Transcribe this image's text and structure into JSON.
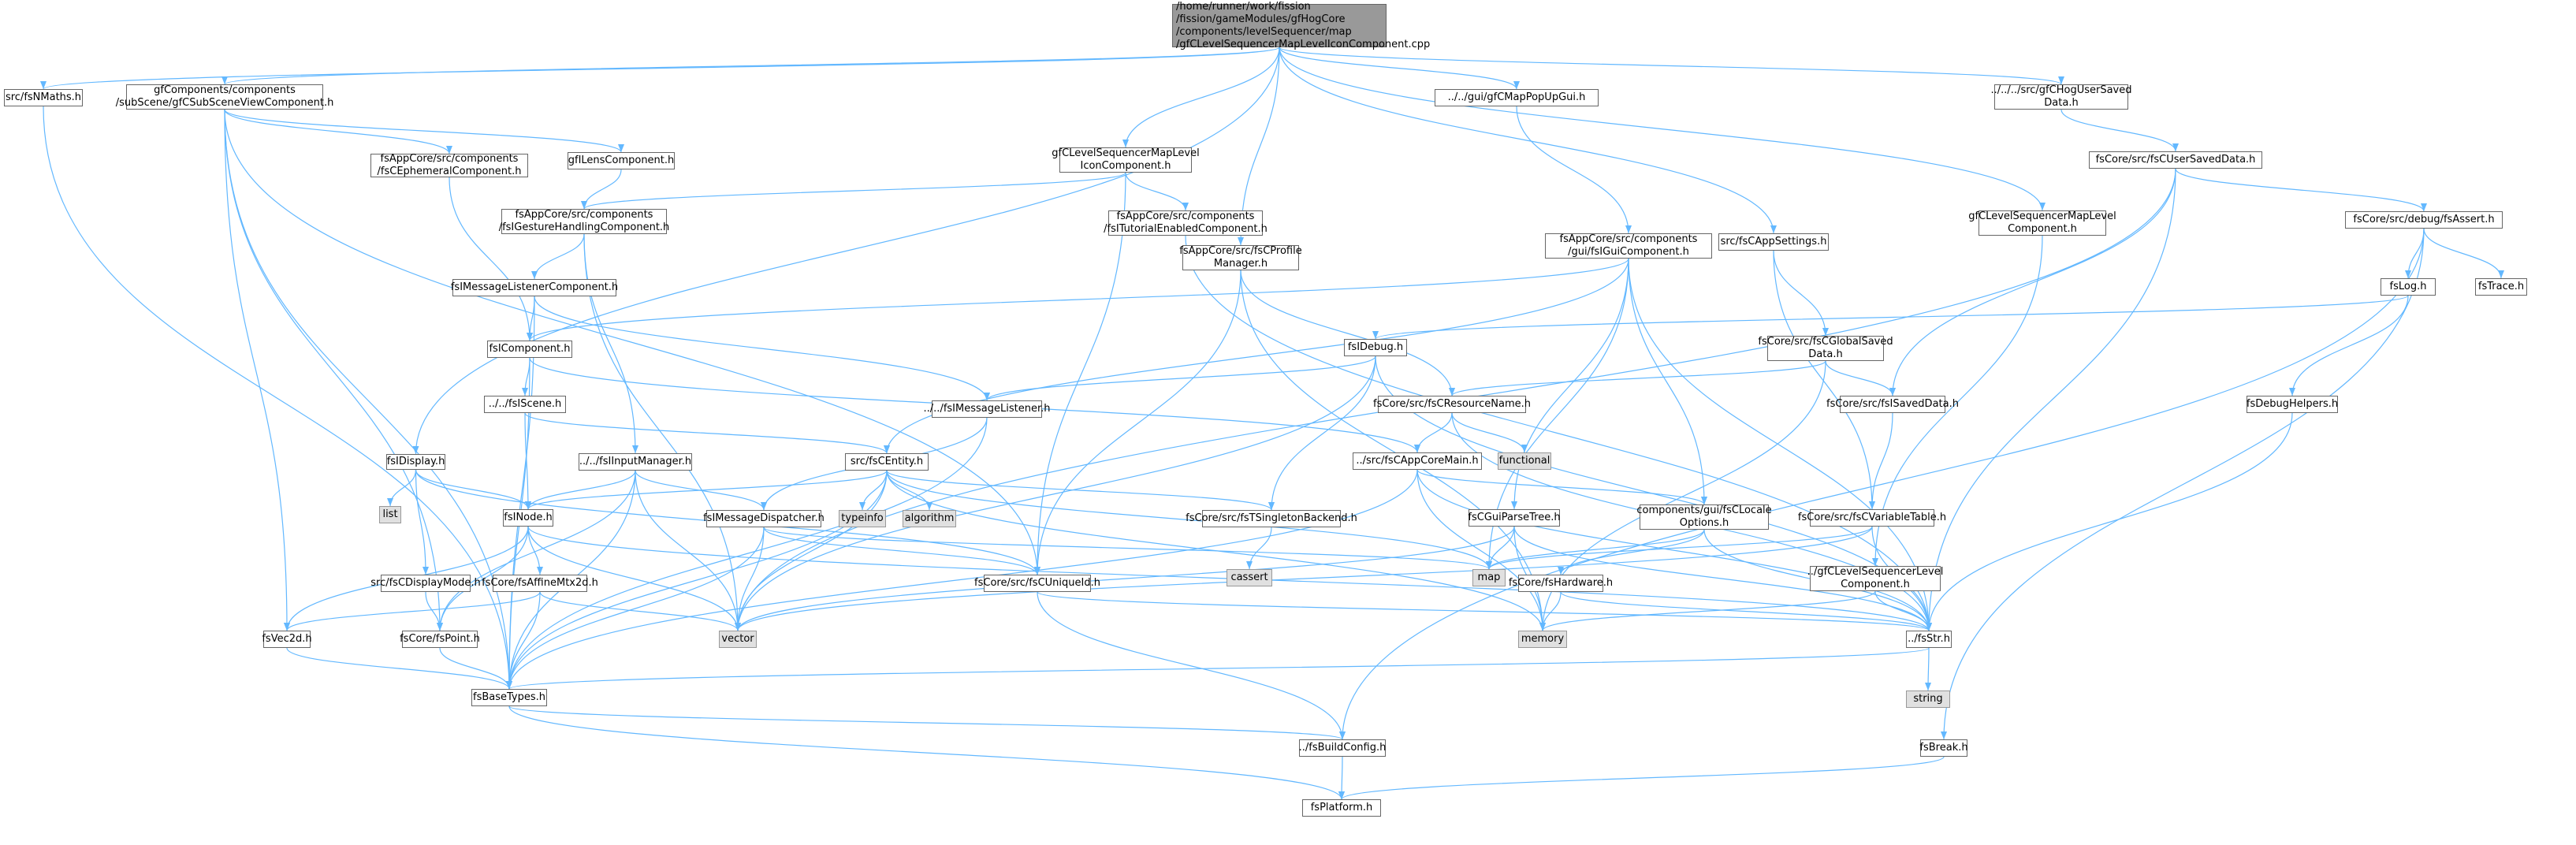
{
  "colors": {
    "edge": "#63b8ff",
    "node_border": "#666666",
    "root_fill": "#999999",
    "system_fill": "#e0e0e0"
  },
  "nodes": [
    {
      "id": "root",
      "kind": "root",
      "lines": [
        "/home/runner/work/fission",
        "/fission/gameModules/gfHogCore",
        "/components/levelSequencer/map",
        "/gfCLevelSequencerMapLevelIconComponent.cpp"
      ]
    },
    {
      "id": "fsnmaths",
      "lines": [
        "src/fsNMaths.h"
      ]
    },
    {
      "id": "subscene",
      "lines": [
        "gfComponents/components",
        "/subScene/gfCSubSceneViewComponent.h"
      ]
    },
    {
      "id": "display",
      "lines": [
        "fsIDisplay.h"
      ]
    },
    {
      "id": "mapleveliconh",
      "lines": [
        "gfCLevelSequencerMapLevel",
        "IconComponent.h"
      ]
    },
    {
      "id": "profile",
      "lines": [
        "fsAppCore/src/fsCProfile",
        "Manager.h"
      ]
    },
    {
      "id": "mappopup",
      "lines": [
        "../../gui/gfCMapPopUpGui.h"
      ]
    },
    {
      "id": "appsettings",
      "lines": [
        "src/fsCAppSettings.h"
      ]
    },
    {
      "id": "maplevelcomp",
      "lines": [
        "gfCLevelSequencerMapLevel",
        "Component.h"
      ]
    },
    {
      "id": "hogusersaved",
      "lines": [
        "../../../src/gfCHogUserSaved",
        "Data.h"
      ]
    },
    {
      "id": "ephemeral",
      "lines": [
        "fsAppCore/src/components",
        "/fsCEphemeralComponent.h"
      ]
    },
    {
      "id": "lens",
      "lines": [
        "gfILensComponent.h"
      ]
    },
    {
      "id": "gesture",
      "lines": [
        "fsAppCore/src/components",
        "/fsIGestureHandlingComponent.h"
      ]
    },
    {
      "id": "tutorial",
      "lines": [
        "fsAppCore/src/components",
        "/fsITutorialEnabledComponent.h"
      ]
    },
    {
      "id": "guicomp",
      "lines": [
        "fsAppCore/src/components",
        "/gui/fsIGuiComponent.h"
      ]
    },
    {
      "id": "usersaved",
      "lines": [
        "fsCore/src/fsCUserSavedData.h"
      ]
    },
    {
      "id": "fsassert",
      "lines": [
        "fsCore/src/debug/fsAssert.h"
      ]
    },
    {
      "id": "msglistcomp",
      "lines": [
        "fsIMessageListenerComponent.h"
      ]
    },
    {
      "id": "fslog",
      "lines": [
        "fsLog.h"
      ]
    },
    {
      "id": "fstrace",
      "lines": [
        "fsTrace.h"
      ]
    },
    {
      "id": "fsicomp",
      "lines": [
        "fsIComponent.h"
      ]
    },
    {
      "id": "fsidebug",
      "lines": [
        "fsIDebug.h"
      ]
    },
    {
      "id": "globalsaved",
      "lines": [
        "fsCore/src/fsCGlobalSaved",
        "Data.h"
      ]
    },
    {
      "id": "iscene",
      "lines": [
        "../../fsIScene.h"
      ]
    },
    {
      "id": "msglistener",
      "lines": [
        "../../fsIMessageListener.h"
      ]
    },
    {
      "id": "resname",
      "lines": [
        "fsCore/src/fsCResourceName.h"
      ]
    },
    {
      "id": "isaveddata",
      "lines": [
        "fsCore/src/fsISavedData.h"
      ]
    },
    {
      "id": "debughelpers",
      "lines": [
        "fsDebugHelpers.h"
      ]
    },
    {
      "id": "fsdisplay2",
      "lines": [
        "fsIDisplay.h"
      ]
    },
    {
      "id": "inputmgr",
      "lines": [
        "../../fsIInputManager.h"
      ]
    },
    {
      "id": "centity",
      "lines": [
        "src/fsCEntity.h"
      ]
    },
    {
      "id": "coremain",
      "lines": [
        "../src/fsCAppCoreMain.h"
      ]
    },
    {
      "id": "functional",
      "kind": "sys",
      "lines": [
        "functional"
      ]
    },
    {
      "id": "list",
      "kind": "sys",
      "lines": [
        "list"
      ]
    },
    {
      "id": "fsinode",
      "lines": [
        "fsINode.h"
      ]
    },
    {
      "id": "typeinfo",
      "kind": "sys",
      "lines": [
        "typeinfo"
      ]
    },
    {
      "id": "algorithm",
      "kind": "sys",
      "lines": [
        "algorithm"
      ]
    },
    {
      "id": "msgdispatcher",
      "lines": [
        "fsIMessageDispatcher.h"
      ]
    },
    {
      "id": "singleton",
      "lines": [
        "fsCore/src/fsTSingletonBackend.h"
      ]
    },
    {
      "id": "guiparse",
      "lines": [
        "fsCGuiParseTree.h"
      ]
    },
    {
      "id": "localeopts",
      "lines": [
        "components/gui/fsCLocale",
        "Options.h"
      ]
    },
    {
      "id": "vartable",
      "lines": [
        "fsCore/src/fsCVariableTable.h"
      ]
    },
    {
      "id": "displaymode",
      "lines": [
        "src/fsCDisplayMode.h"
      ]
    },
    {
      "id": "affine",
      "lines": [
        "fsCore/fsAffineMtx2d.h"
      ]
    },
    {
      "id": "cassert",
      "kind": "sys",
      "lines": [
        "cassert"
      ]
    },
    {
      "id": "map",
      "kind": "sys",
      "lines": [
        "map"
      ]
    },
    {
      "id": "hardware",
      "lines": [
        "fsCore/fsHardware.h"
      ]
    },
    {
      "id": "uniqueid",
      "lines": [
        "fsCore/src/fsCUniqueId.h"
      ]
    },
    {
      "id": "levelcomp",
      "lines": [
        "../gfCLevelSequencerLevel",
        "Component.h"
      ]
    },
    {
      "id": "vec2d",
      "lines": [
        "fsVec2d.h"
      ]
    },
    {
      "id": "point",
      "lines": [
        "fsCore/fsPoint.h"
      ]
    },
    {
      "id": "vector",
      "kind": "sys",
      "lines": [
        "vector"
      ]
    },
    {
      "id": "memory",
      "kind": "sys",
      "lines": [
        "memory"
      ]
    },
    {
      "id": "fsstr",
      "lines": [
        "../fsStr.h"
      ]
    },
    {
      "id": "basetypes",
      "lines": [
        "fsBaseTypes.h"
      ]
    },
    {
      "id": "string",
      "kind": "sys",
      "lines": [
        "string"
      ]
    },
    {
      "id": "buildconfig",
      "lines": [
        "../fsBuildConfig.h"
      ]
    },
    {
      "id": "fsbreak",
      "lines": [
        "fsBreak.h"
      ]
    },
    {
      "id": "platform",
      "lines": [
        "fsPlatform.h"
      ]
    }
  ],
  "edges": [
    [
      "root",
      "fsnmaths"
    ],
    [
      "root",
      "subscene"
    ],
    [
      "root",
      "display"
    ],
    [
      "root",
      "mapleveliconh"
    ],
    [
      "root",
      "profile"
    ],
    [
      "root",
      "mappopup"
    ],
    [
      "root",
      "appsettings"
    ],
    [
      "root",
      "maplevelcomp"
    ],
    [
      "root",
      "hogusersaved"
    ],
    [
      "fsnmaths",
      "basetypes"
    ],
    [
      "subscene",
      "ephemeral"
    ],
    [
      "subscene",
      "lens"
    ],
    [
      "subscene",
      "vec2d"
    ],
    [
      "subscene",
      "point"
    ],
    [
      "subscene",
      "basetypes"
    ],
    [
      "subscene",
      "uniqueid"
    ],
    [
      "ephemeral",
      "fsicomp"
    ],
    [
      "lens",
      "gesture"
    ],
    [
      "gesture",
      "msglistcomp"
    ],
    [
      "gesture",
      "inputmgr"
    ],
    [
      "gesture",
      "vector"
    ],
    [
      "msglistcomp",
      "fsicomp"
    ],
    [
      "msglistcomp",
      "msglistener"
    ],
    [
      "msglistcomp",
      "basetypes"
    ],
    [
      "fsicomp",
      "iscene"
    ],
    [
      "fsicomp",
      "coremain"
    ],
    [
      "fsicomp",
      "basetypes"
    ],
    [
      "iscene",
      "fsinode"
    ],
    [
      "iscene",
      "centity"
    ],
    [
      "mapleveliconh",
      "gesture"
    ],
    [
      "mapleveliconh",
      "tutorial"
    ],
    [
      "mapleveliconh",
      "uniqueid"
    ],
    [
      "tutorial",
      "fsstr"
    ],
    [
      "display",
      "list"
    ],
    [
      "display",
      "fsinode"
    ],
    [
      "display",
      "displaymode"
    ],
    [
      "display",
      "uniqueid"
    ],
    [
      "displaymode",
      "point"
    ],
    [
      "inputmgr",
      "fsinode"
    ],
    [
      "inputmgr",
      "msgdispatcher"
    ],
    [
      "inputmgr",
      "point"
    ],
    [
      "inputmgr",
      "vector"
    ],
    [
      "inputmgr",
      "basetypes"
    ],
    [
      "centity",
      "fsinode"
    ],
    [
      "centity",
      "typeinfo"
    ],
    [
      "centity",
      "algorithm"
    ],
    [
      "centity",
      "singleton"
    ],
    [
      "centity",
      "map"
    ],
    [
      "centity",
      "vector"
    ],
    [
      "centity",
      "memory"
    ],
    [
      "centity",
      "basetypes"
    ],
    [
      "fsinode",
      "affine"
    ],
    [
      "fsinode",
      "point"
    ],
    [
      "fsinode",
      "vec2d"
    ],
    [
      "fsinode",
      "vector"
    ],
    [
      "fsinode",
      "fsstr"
    ],
    [
      "affine",
      "vector"
    ],
    [
      "affine",
      "vec2d"
    ],
    [
      "affine",
      "basetypes"
    ],
    [
      "msglistener",
      "msgdispatcher"
    ],
    [
      "msglistener",
      "basetypes"
    ],
    [
      "msgdispatcher",
      "uniqueid"
    ],
    [
      "msgdispatcher",
      "vector"
    ],
    [
      "msgdispatcher",
      "map"
    ],
    [
      "msgdispatcher",
      "basetypes"
    ],
    [
      "singleton",
      "cassert"
    ],
    [
      "profile",
      "resname"
    ],
    [
      "profile",
      "uniqueid"
    ],
    [
      "profile",
      "memory"
    ],
    [
      "mappopup",
      "guicomp"
    ],
    [
      "guicomp",
      "fsicomp"
    ],
    [
      "guicomp",
      "centity"
    ],
    [
      "guicomp",
      "guiparse"
    ],
    [
      "guicomp",
      "localeopts"
    ],
    [
      "guicomp",
      "map"
    ],
    [
      "guicomp",
      "fsstr"
    ],
    [
      "guiparse",
      "map"
    ],
    [
      "guiparse",
      "memory"
    ],
    [
      "guiparse",
      "fsstr"
    ],
    [
      "guiparse",
      "vector"
    ],
    [
      "localeopts",
      "hardware"
    ],
    [
      "localeopts",
      "map"
    ],
    [
      "localeopts",
      "fsstr"
    ],
    [
      "hardware",
      "memory"
    ],
    [
      "hardware",
      "fsstr"
    ],
    [
      "appsettings",
      "globalsaved"
    ],
    [
      "appsettings",
      "vartable"
    ],
    [
      "globalsaved",
      "resname"
    ],
    [
      "globalsaved",
      "isaveddata"
    ],
    [
      "globalsaved",
      "memory"
    ],
    [
      "resname",
      "functional"
    ],
    [
      "resname",
      "coremain"
    ],
    [
      "resname",
      "fsstr"
    ],
    [
      "coremain",
      "localeopts"
    ],
    [
      "coremain",
      "fsstr"
    ],
    [
      "coremain",
      "memory"
    ],
    [
      "coremain",
      "basetypes"
    ],
    [
      "isaveddata",
      "vartable"
    ],
    [
      "vartable",
      "map"
    ],
    [
      "vartable",
      "fsstr"
    ],
    [
      "vartable",
      "vector"
    ],
    [
      "maplevelcomp",
      "levelcomp"
    ],
    [
      "levelcomp",
      "fsstr"
    ],
    [
      "levelcomp",
      "memory"
    ],
    [
      "hogusersaved",
      "usersaved"
    ],
    [
      "usersaved",
      "fsassert"
    ],
    [
      "usersaved",
      "isaveddata"
    ],
    [
      "usersaved",
      "fsstr"
    ],
    [
      "usersaved",
      "vector"
    ],
    [
      "fsassert",
      "fslog"
    ],
    [
      "fsassert",
      "fstrace"
    ],
    [
      "fsassert",
      "buildconfig"
    ],
    [
      "fsassert",
      "fsbreak"
    ],
    [
      "fslog",
      "fsidebug"
    ],
    [
      "fslog",
      "debughelpers"
    ],
    [
      "fsidebug",
      "msglistener"
    ],
    [
      "fsidebug",
      "singleton"
    ],
    [
      "fsidebug",
      "vector"
    ],
    [
      "fsidebug",
      "fsstr"
    ],
    [
      "debughelpers",
      "fsstr"
    ],
    [
      "uniqueid",
      "fsstr"
    ],
    [
      "uniqueid",
      "buildconfig"
    ],
    [
      "vec2d",
      "basetypes"
    ],
    [
      "point",
      "basetypes"
    ],
    [
      "fsstr",
      "basetypes"
    ],
    [
      "fsstr",
      "string"
    ],
    [
      "basetypes",
      "buildconfig"
    ],
    [
      "basetypes",
      "platform"
    ],
    [
      "buildconfig",
      "platform"
    ],
    [
      "fsbreak",
      "platform"
    ]
  ]
}
